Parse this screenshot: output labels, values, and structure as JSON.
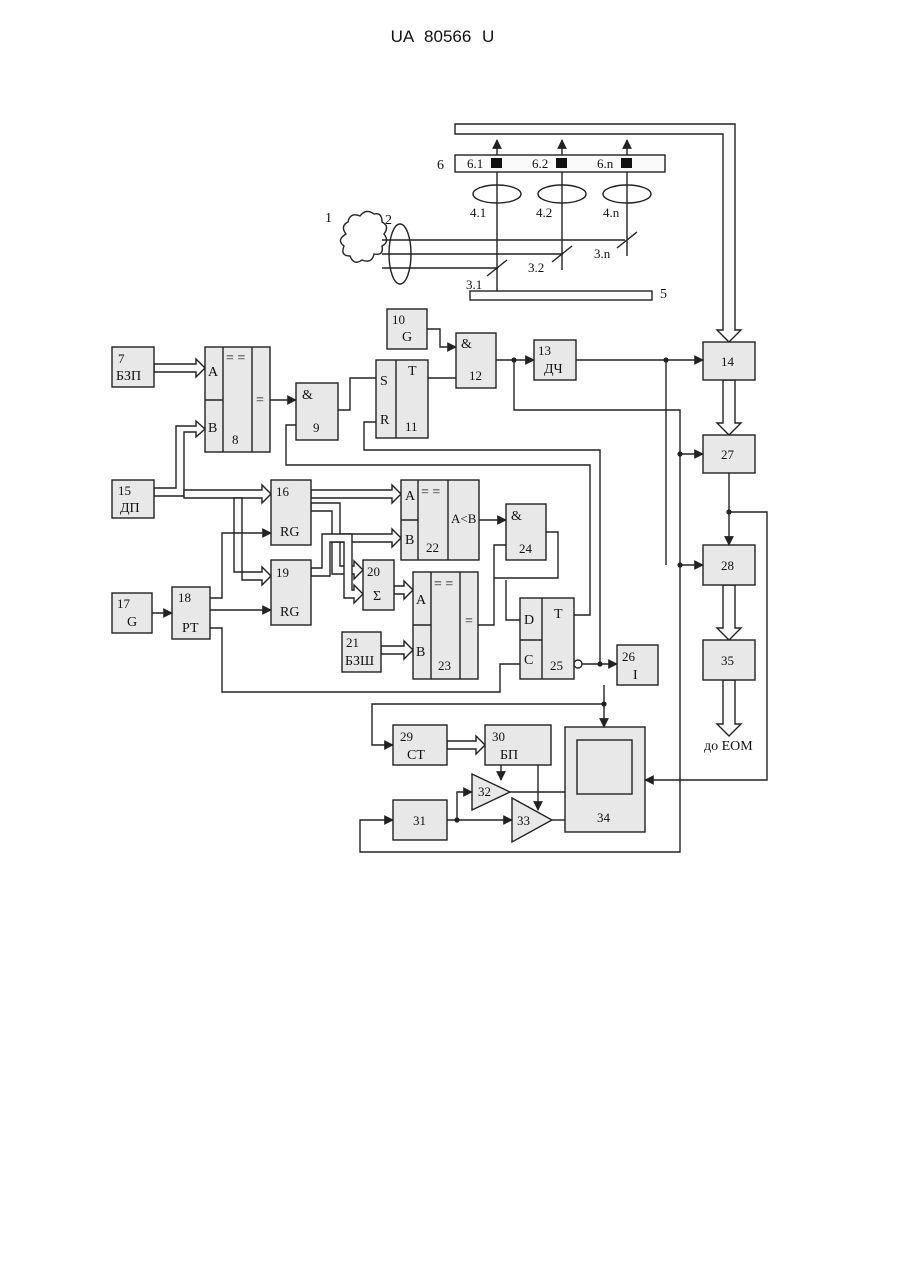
{
  "header": "UA   80566   U",
  "diagram": {
    "optics": {
      "n1": "1",
      "n2": "2",
      "n5": "5",
      "n6": "6",
      "s31": "3.1",
      "s32": "3.2",
      "s3n": "3.n",
      "l41": "4.1",
      "l42": "4.2",
      "l4n": "4.n",
      "d61": "6.1",
      "d62": "6.2",
      "d6n": "6.n"
    },
    "blocks": {
      "b7": {
        "num": "7",
        "text": "БЗП"
      },
      "b8": {
        "num": "8",
        "a": "A",
        "b": "B",
        "eq": "= =",
        "out": "="
      },
      "b9": {
        "num": "9",
        "text": "&"
      },
      "b10": {
        "num": "10",
        "text": "G"
      },
      "b11": {
        "num": "11",
        "s": "S",
        "r": "R",
        "t": "T"
      },
      "b12": {
        "num": "12",
        "text": "&"
      },
      "b13": {
        "num": "13",
        "text": "ДЧ"
      },
      "b14": {
        "num": "14"
      },
      "b15": {
        "num": "15",
        "text": "ДП"
      },
      "b16": {
        "num": "16",
        "text": "RG"
      },
      "b17": {
        "num": "17",
        "text": "G"
      },
      "b18": {
        "num": "18",
        "text": "РТ"
      },
      "b19": {
        "num": "19",
        "text": "RG"
      },
      "b20": {
        "num": "20",
        "text": "Σ"
      },
      "b21": {
        "num": "21",
        "text": "БЗШ"
      },
      "b22": {
        "num": "22",
        "a": "A",
        "b": "B",
        "eq": "= =",
        "out": "A<B"
      },
      "b23": {
        "num": "23",
        "a": "A",
        "b": "B",
        "eq": "= =",
        "out": "="
      },
      "b24": {
        "num": "24",
        "text": "&"
      },
      "b25": {
        "num": "25",
        "d": "D",
        "c": "C",
        "t": "T"
      },
      "b26": {
        "num": "26",
        "text": "I"
      },
      "b27": {
        "num": "27"
      },
      "b28": {
        "num": "28"
      },
      "b29": {
        "num": "29",
        "text": "СТ"
      },
      "b30": {
        "num": "30",
        "text": "БП"
      },
      "b31": {
        "num": "31"
      },
      "b32": {
        "num": "32"
      },
      "b33": {
        "num": "33"
      },
      "b34": {
        "num": "34"
      },
      "b35": {
        "num": "35"
      },
      "out_label": "до ЕОМ"
    }
  }
}
